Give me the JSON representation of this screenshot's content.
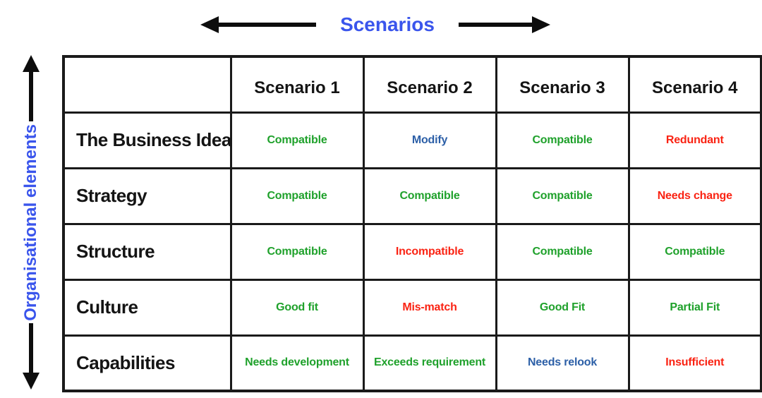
{
  "axes": {
    "top_label": "Scenarios",
    "left_label": "Organisational elements"
  },
  "colors": {
    "axis_label_blue": "#3a55ec",
    "cell_green": "#1fa12b",
    "cell_red": "#fa2313",
    "cell_blue": "#2c5fa7",
    "header_black": "#141414",
    "border_black": "#1a1a1a"
  },
  "matrix": {
    "col_headers": [
      "",
      "Scenario 1",
      "Scenario 2",
      "Scenario 3",
      "Scenario 4"
    ],
    "rows": [
      {
        "label": "The Business Idea",
        "cells": [
          {
            "text": "Compatible",
            "color": "green"
          },
          {
            "text": "Modify",
            "color": "blue"
          },
          {
            "text": "Compatible",
            "color": "green"
          },
          {
            "text": "Redundant",
            "color": "red"
          }
        ]
      },
      {
        "label": "Strategy",
        "cells": [
          {
            "text": "Compatible",
            "color": "green"
          },
          {
            "text": "Compatible",
            "color": "green"
          },
          {
            "text": "Compatible",
            "color": "green"
          },
          {
            "text": "Needs change",
            "color": "red"
          }
        ]
      },
      {
        "label": "Structure",
        "cells": [
          {
            "text": "Compatible",
            "color": "green"
          },
          {
            "text": "Incompatible",
            "color": "red"
          },
          {
            "text": "Compatible",
            "color": "green"
          },
          {
            "text": "Compatible",
            "color": "green"
          }
        ]
      },
      {
        "label": "Culture",
        "cells": [
          {
            "text": "Good fit",
            "color": "green"
          },
          {
            "text": "Mis-match",
            "color": "red"
          },
          {
            "text": "Good Fit",
            "color": "green"
          },
          {
            "text": "Partial Fit",
            "color": "green"
          }
        ]
      },
      {
        "label": "Capabilities",
        "cells": [
          {
            "text": "Needs development",
            "color": "green"
          },
          {
            "text": "Exceeds requirement",
            "color": "green"
          },
          {
            "text": "Needs relook",
            "color": "blue"
          },
          {
            "text": "Insufficient",
            "color": "red"
          }
        ]
      }
    ]
  }
}
